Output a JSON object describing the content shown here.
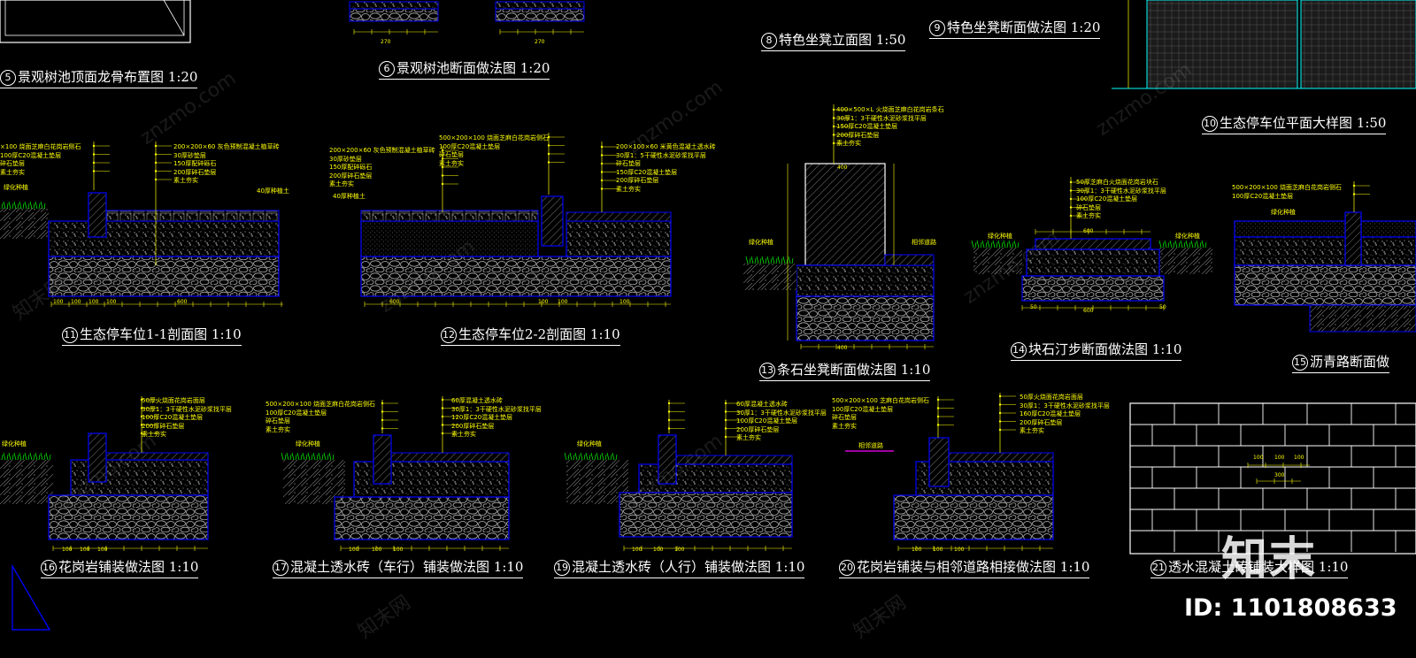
{
  "drawings": [
    {
      "id": "d5",
      "num": "5",
      "title": "景观树池顶面龙骨布置图 1:20"
    },
    {
      "id": "d6",
      "num": "6",
      "title": "景观树池断面做法图 1:20"
    },
    {
      "id": "d8",
      "num": "8",
      "title": "特色坐凳立面图 1:50"
    },
    {
      "id": "d9",
      "num": "9",
      "title": "特色坐凳断面做法图 1:20"
    },
    {
      "id": "d10",
      "num": "10",
      "title": "生态停车位平面大样图 1:50"
    },
    {
      "id": "d11",
      "num": "11",
      "title": "生态停车位1-1剖面图 1:10"
    },
    {
      "id": "d12",
      "num": "12",
      "title": "生态停车位2-2剖面图 1:10"
    },
    {
      "id": "d13",
      "num": "13",
      "title": "条石坐凳断面做法图 1:10"
    },
    {
      "id": "d14",
      "num": "14",
      "title": "块石汀步断面做法图 1:10"
    },
    {
      "id": "d15",
      "num": "15",
      "title": "沥青路断面做"
    },
    {
      "id": "d16",
      "num": "16",
      "title": "花岗岩铺装做法图 1:10"
    },
    {
      "id": "d17",
      "num": "17",
      "title": "混凝土透水砖（车行）铺装做法图 1:10"
    },
    {
      "id": "d19",
      "num": "19",
      "title": "混凝土透水砖（人行）铺装做法图 1:10"
    },
    {
      "id": "d20",
      "num": "20",
      "title": "花岗岩铺装与相邻道路相接做法图 1:10"
    },
    {
      "id": "d21",
      "num": "21",
      "title": "透水混凝土砖铺装大样图 1:10"
    }
  ],
  "annotations": {
    "a11": [
      "200×200×60 灰色预制混凝土植草砖",
      "30厚砂垫层",
      "150厚配碎砾石",
      "200厚碎石垫层",
      "素土夯实"
    ],
    "a11b": [
      "×100 烧面芝麻白花岗岩侧石",
      "100厚C20混凝土垫层",
      "碎石垫层",
      "素土夯实"
    ],
    "a12": [
      "200×200×60 灰色预制混凝土植草砖",
      "30厚砂垫层",
      "150厚配碎砾石",
      "200厚碎石垫层",
      "素土夯实"
    ],
    "a12b": [
      "500×200×100 烧面芝麻白花岗岩侧石",
      "100厚C20混凝土垫层",
      "碎石垫层",
      "素土夯实"
    ],
    "a12c": [
      "200×100×60 米黄色混凝土透水砖",
      "30厚1：5干硬性水泥砂浆找平层",
      "碎石垫层",
      "150厚C20混凝土垫层",
      "200厚碎石垫层",
      "素土夯实"
    ],
    "a13": [
      "400×500×L 火烧面芝麻白花岗岩条石",
      "30厚1：3干硬性水泥砂浆找平层",
      "150厚C20混凝土垫层",
      "200厚碎石垫层",
      "素土夯实"
    ],
    "a14": [
      "50厚芝麻白火烧面花岗岩块石",
      "30厚1：3干硬性水泥砂浆找平层",
      "100厚C20混凝土垫层",
      "碎石垫层",
      "素土夯实"
    ],
    "a15": [
      "500×200×100 烧面芝麻白花岗岩侧石",
      "100厚C20混凝土垫层"
    ],
    "a16": [
      "50厚火烧面花岗岩面层",
      "30厚1：3干硬性水泥砂浆找平层",
      "100厚C20混凝土垫层",
      "200厚碎石垫层",
      "素土夯实"
    ],
    "a17": [
      "60厚混凝土透水砖",
      "30厚1：3干硬性水泥砂浆找平层",
      "120厚C20混凝土垫层",
      "200厚碎石垫层",
      "素土夯实"
    ],
    "a17b": [
      "500×200×100 烧面芝麻白花岗岩侧石",
      "100厚C20混凝土垫层",
      "碎石垫层",
      "素土夯实"
    ],
    "a19": [
      "60厚混凝土透水砖",
      "30厚1：3干硬性水泥砂浆找平层",
      "100厚C20混凝土垫层",
      "200厚碎石垫层",
      "素土夯实"
    ],
    "a20": [
      "50厚火烧面花岗岩面层",
      "30厚1：3干硬性水泥砂浆找平层",
      "160厚C20混凝土垫层",
      "200厚碎石垫层",
      "素土夯实"
    ],
    "a20b": [
      "500×200×100 芝麻白花岗岩侧石",
      "100厚C20混凝土垫层",
      "碎石垫层",
      "素土夯实"
    ]
  },
  "labels": {
    "green": "绿化种植",
    "road": "相邻道路",
    "fill": "40厚种植土",
    "dim100": "100",
    "dim600": "600",
    "dim200": "200",
    "dim270": "270",
    "dim400": "400",
    "dim300": "300",
    "dim50": "50"
  },
  "brand": {
    "logo_text": "知末",
    "id_text": "ID: 1101808633"
  },
  "watermarks": [
    "znzmo.com",
    "知末网"
  ],
  "colors": {
    "background": "#000000",
    "annotation": "#ffff00",
    "outline": "#0000ff",
    "fill": "#c8c8c8",
    "title": "#ffffff",
    "hatch": "#9a9a9a",
    "green": "#00ff00"
  }
}
